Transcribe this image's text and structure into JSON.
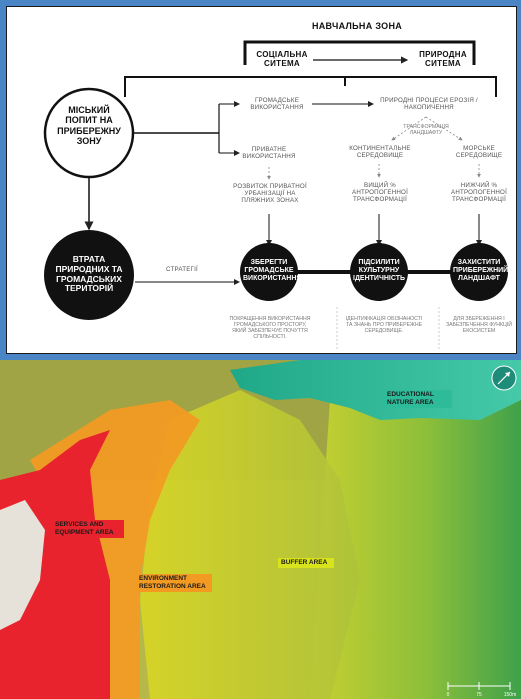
{
  "diagram": {
    "zone_title": "НАВЧАЛЬНА ЗОНА",
    "social_system": "СОЦІАЛЬНА СИТЕМА",
    "natural_system": "ПРИРОДНА СИТЕМА",
    "urban_demand": "МІСЬКИЙ ПОПИТ НА ПРИБЕРЕЖНУ ЗОНУ",
    "loss_territories": "ВТРАТА ПРИРОДНИХ ТА ГРОМАДСЬКИХ ТЕРИТОРІЙ",
    "strategies": "СТРАТЕГІЇ",
    "public_use": "ГРОМАДСЬКЕ ВИКОРИСТАННЯ",
    "private_use": "ПРИВАТНЕ ВИКОРИСТАННЯ",
    "private_development": "РОЗВИТОК ПРИВАТНОЇ УРБАНІЗАЦІЇ НА ПЛЯЖНИХ ЗОНАХ",
    "natural_processes": "ПРИРОДНІ ПРОЦЕСИ ЕРОЗІЯ / НАКОПИЧЕННЯ",
    "landscape_transform": "ТРАНСФОРМАЦІЯ ЛАНДШАФТУ",
    "continental": "КОНТИНЕНТАЛЬНЕ СЕРЕДОВИЩЕ",
    "marine": "МОРСЬКЕ СЕРЕДОВИЩЕ",
    "higher_transform": "ВИЩИЙ % АНТРОПОГЕННОЇ ТРАНСФОРМАЦІЇ",
    "lower_transform": "НИЖЧИЙ % АНТРОПОГЕННОЇ ТРАНСФОРМАЦІЇ",
    "preserve_public": "ЗБЕРЕГТИ ГРОМАДСЬКЕ ВИКОРИСТАННЯ",
    "strengthen_identity": "ПІДСИЛИТИ КУЛЬТУРНУ ІДЕНТИЧНІСТЬ",
    "protect_landscape": "ЗАХИСТИТИ ПРИБЕРЕЖНИЙ ЛАНДШАФТ",
    "note_1": "ПОКРАЩЕННЯ ВИКОРИСТАННЯ ГРОМАДСЬКОГО ПРОСТОРУ, ЯКИЙ ЗАБЕЗПЕЧУЄ ПОЧУТТЯ СПІЛЬНОСТІ.",
    "note_2": "ІДЕНТИФІКАЦІЯ ОБІЗНАНОСТІ ТА ЗНАНЬ ПРО ПРИБЕРЕЖНЕ СЕРЕДОВИЩЕ.",
    "note_3": "ДЛЯ ЗБЕРЕЖЕННЯ І ЗАБЕЗПЕЧЕННЯ ФУНКЦІЙ ЕКОСИСТЕМ"
  },
  "map": {
    "educational": "EDUCATIONAL NATURE AREA",
    "services": "SERVICES AND EQUIPMENT AREA",
    "environment": "ENVIRONMENT RESTORATION AREA",
    "buffer": "BUFFER AREA",
    "scale_labels": [
      "0",
      "75",
      "150m"
    ],
    "zone_colors": {
      "services": "#e8232d",
      "environment": "#f39a23",
      "buffer": "#d8e31c",
      "educational": "#2dbb9a",
      "nature": "#3fa14a"
    },
    "icons": [
      "north-arrow-icon"
    ]
  }
}
